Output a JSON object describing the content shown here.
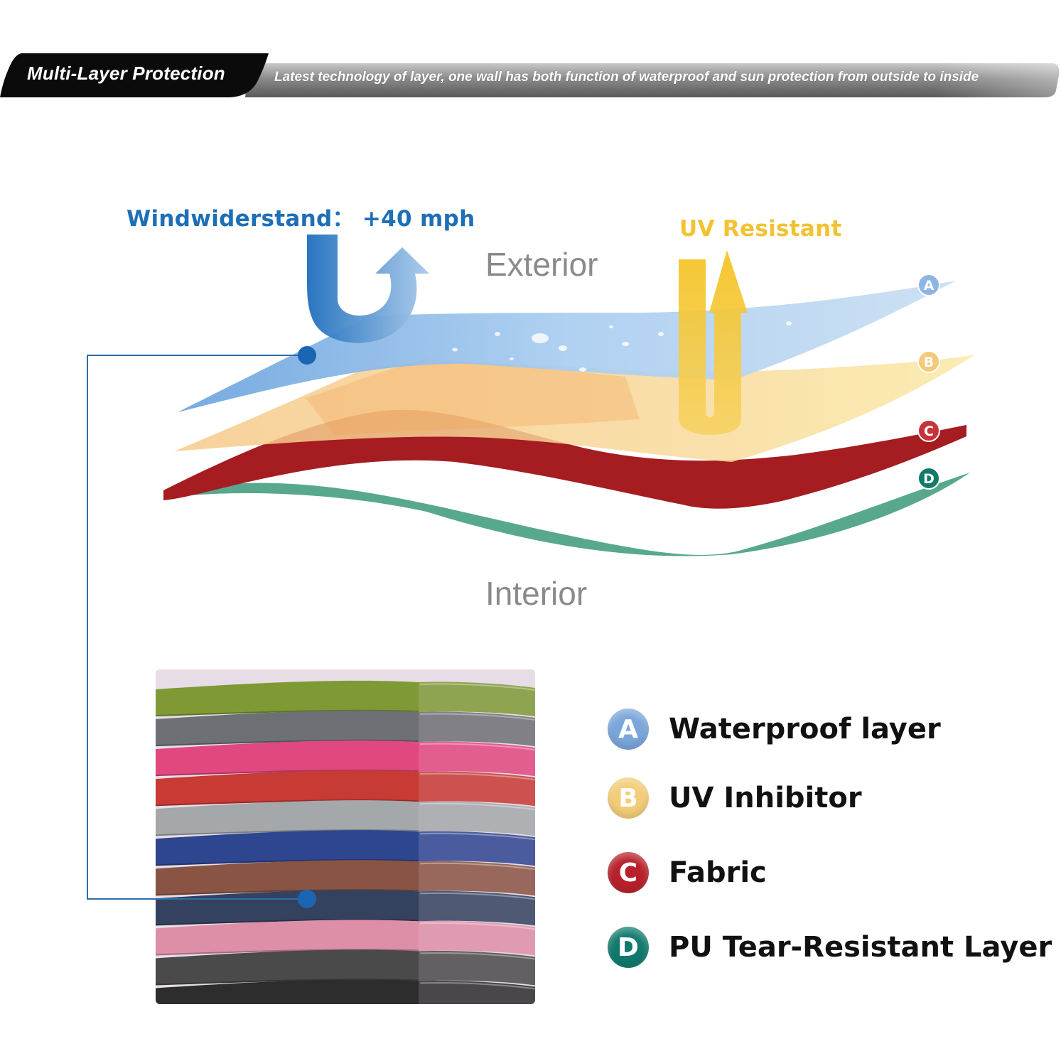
{
  "banner": {
    "title": "Multi-Layer Protection",
    "subtitle": "Latest technology of layer, one wall has both function of waterproof and sun protection from outside to inside"
  },
  "diagram": {
    "wind_label": "Windwiderstand： +40 mph",
    "uv_label": "UV Resistant",
    "exterior_label": "Exterior",
    "interior_label": "Interior",
    "layers": [
      {
        "letter": "A",
        "color": "#7fb2e5"
      },
      {
        "letter": "B",
        "color": "#f6cd84"
      },
      {
        "letter": "C",
        "color": "#a81d22"
      },
      {
        "letter": "D",
        "color": "#56a88c"
      }
    ]
  },
  "legend": [
    {
      "letter": "A",
      "label": "Waterproof layer",
      "color": "#7aa6db"
    },
    {
      "letter": "B",
      "label": "UV Inhibitor",
      "color": "#f4cd78"
    },
    {
      "letter": "C",
      "label": "Fabric",
      "color": "#b8212b"
    },
    {
      "letter": "D",
      "label": "PU Tear-Resistant Layer",
      "color": "#117a6d"
    }
  ],
  "fabric_colors": [
    "#7f9a35",
    "#6d7074",
    "#e0487f",
    "#c83a34",
    "#a5a8aa",
    "#2e4590",
    "#8a5444",
    "#34425f",
    "#de8fa8",
    "#4a4a4a",
    "#2d2d2d"
  ],
  "colors": {
    "wind_blue": "#1d6fb8",
    "uv_yellow": "#f2c230",
    "connector": "#2a6ea8"
  }
}
